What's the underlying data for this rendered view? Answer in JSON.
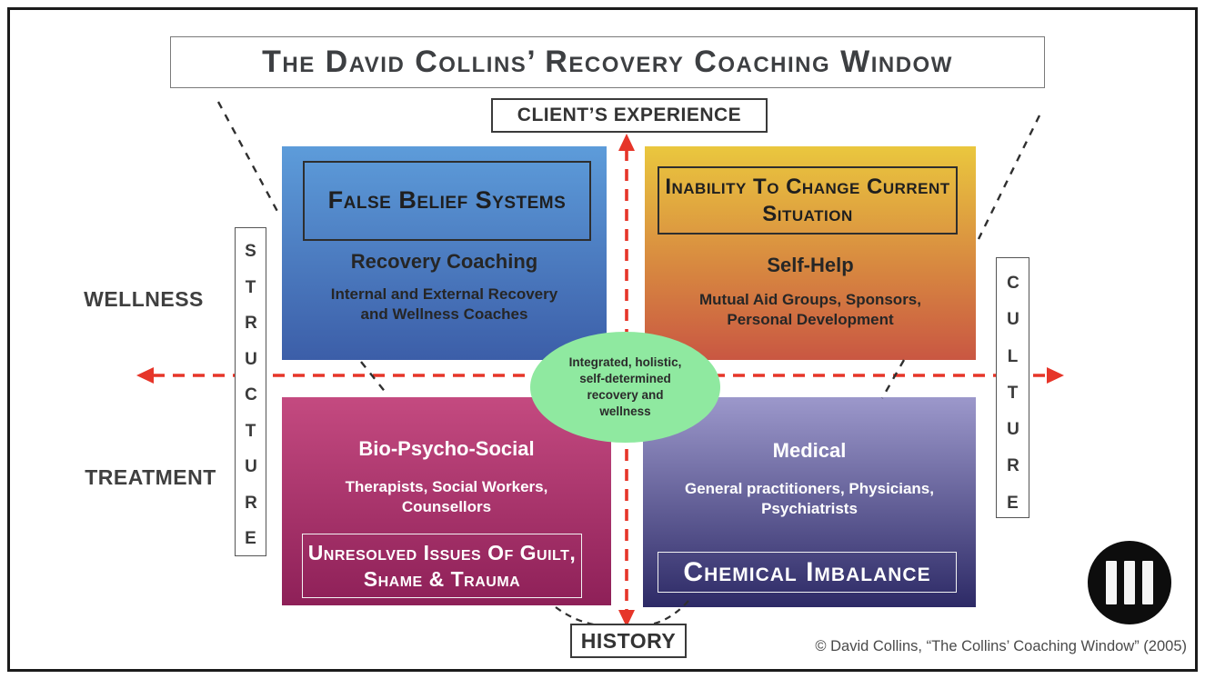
{
  "colors": {
    "axis_red": "#e63529",
    "dash_black": "#2f2f2f",
    "ink": "#3d3f42",
    "center_green": "#8fe9a0"
  },
  "title": "The David Collins’ Recovery Coaching Window",
  "axis_labels": {
    "top": "CLIENT’S EXPERIENCE",
    "bottom": "HISTORY",
    "left": "STRUCTURE",
    "right": "CULTURE"
  },
  "row_labels": {
    "top": "WELLNESS",
    "bottom": "TREATMENT"
  },
  "quadrants": {
    "top_left": {
      "heading": "False Belief Systems",
      "subtitle": "Recovery Coaching",
      "description": "Internal and External Recovery and Wellness Coaches",
      "gradient": {
        "from": "#5d9cda",
        "to": "#3c5ea8"
      }
    },
    "top_right": {
      "heading": "Inability To Change Current Situation",
      "subtitle": "Self-Help",
      "description": "Mutual Aid Groups, Sponsors, Personal Development",
      "gradient": {
        "from": "#eac73e",
        "to": "#c95742"
      }
    },
    "bottom_left": {
      "subtitle": "Bio-Psycho-Social",
      "description": "Therapists, Social Workers, Counsellors",
      "heading": "Unresolved Issues Of Guilt, Shame & Trauma",
      "gradient": {
        "from": "#c44a80",
        "to": "#8e2058"
      }
    },
    "bottom_right": {
      "subtitle": "Medical",
      "description": "General practitioners, Physicians, Psychiatrists",
      "heading": "Chemical Imbalance",
      "gradient": {
        "from": "#9c98cb",
        "to": "#2d2a66"
      }
    }
  },
  "center": {
    "text": "Integrated, holistic, self-determined recovery and wellness"
  },
  "footer": {
    "copyright": "© David Collins, “The Collins’ Coaching Window” (2005)"
  }
}
